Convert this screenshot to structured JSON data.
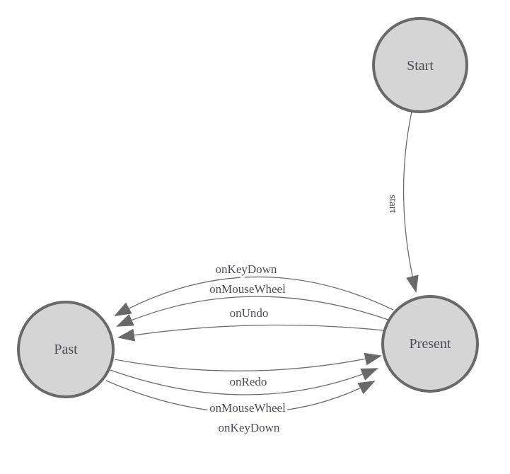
{
  "diagram": {
    "kind": "finite-state-machine",
    "background": "#ffffff",
    "colors": {
      "background": "#ffffff",
      "node_fill": "#d5d5d5",
      "node_stroke": "#696969",
      "edge_stroke": "#6e6e6e",
      "arrow_fill": "#696969",
      "text_color": "#4e4e56"
    },
    "nodes": {
      "start": {
        "label": "Start"
      },
      "present": {
        "label": "Present"
      },
      "past": {
        "label": "Past"
      }
    },
    "edges": {
      "start_to_present": {
        "label": "start",
        "from": "Start",
        "to": "Present"
      },
      "present_to_past": [
        {
          "label": "onKeyDown",
          "from": "Present",
          "to": "Past"
        },
        {
          "label": "onMouseWheel",
          "from": "Present",
          "to": "Past"
        },
        {
          "label": "onUndo",
          "from": "Present",
          "to": "Past"
        }
      ],
      "past_to_present": [
        {
          "label": "onRedo",
          "from": "Past",
          "to": "Present"
        },
        {
          "label": "onMouseWheel",
          "from": "Past",
          "to": "Present"
        },
        {
          "label": "onKeyDown",
          "from": "Past",
          "to": "Present"
        }
      ]
    }
  }
}
